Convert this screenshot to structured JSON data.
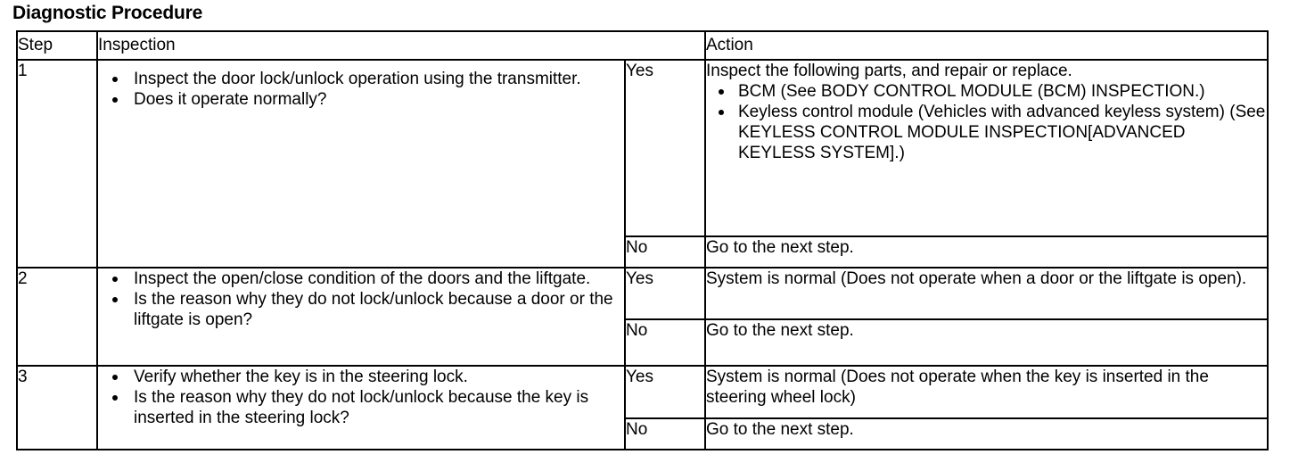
{
  "page": {
    "title": "Diagnostic Procedure"
  },
  "table": {
    "headers": {
      "step": "Step",
      "inspection": "Inspection",
      "action": "Action"
    },
    "answers": {
      "yes": "Yes",
      "no": "No"
    },
    "rows": [
      {
        "step": "1",
        "inspection_bullets": [
          "Inspect the door lock/unlock operation using the transmitter.",
          "Does it operate normally?"
        ],
        "yes_label": "Yes",
        "yes_action_intro": "Inspect the following parts, and repair or replace.",
        "yes_action_bullets": [
          "BCM (See BODY CONTROL MODULE (BCM) INSPECTION.)",
          "Keyless control module (Vehicles with advanced keyless system) (See KEYLESS CONTROL MODULE INSPECTION[ADVANCED KEYLESS SYSTEM].)"
        ],
        "no_label": "No",
        "no_action": "Go to the next step."
      },
      {
        "step": "2",
        "inspection_bullets": [
          "Inspect the open/close condition of the doors and the liftgate.",
          "Is the reason why they do not lock/unlock because a door or the liftgate is open?"
        ],
        "yes_label": "Yes",
        "yes_action": "System is normal (Does not operate when a door or the liftgate is open).",
        "no_label": "No",
        "no_action": "Go to the next step."
      },
      {
        "step": "3",
        "inspection_bullets": [
          "Verify whether the key is in the steering lock.",
          "Is the reason why they do not lock/unlock because the key is inserted in the steering lock?"
        ],
        "yes_label": "Yes",
        "yes_action": "System is normal (Does not operate when the key is inserted in the steering wheel lock)",
        "no_label": "No",
        "no_action": "Go to the next step."
      }
    ]
  }
}
